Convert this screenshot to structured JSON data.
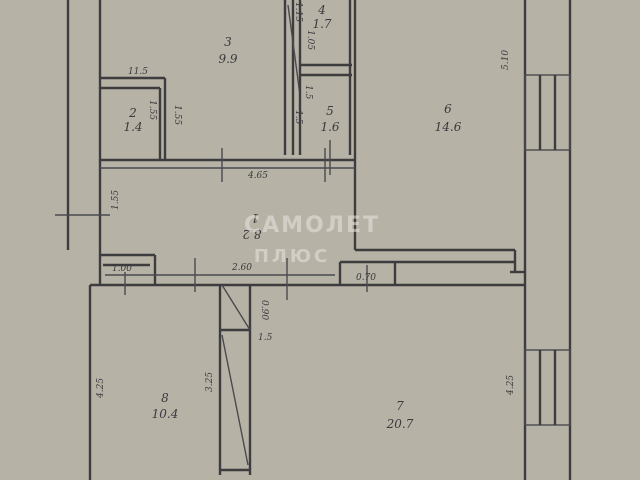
{
  "rooms": [
    {
      "num": "3",
      "area": "9.9"
    },
    {
      "num": "4",
      "area": "1.7"
    },
    {
      "num": "2",
      "area": "1.4"
    },
    {
      "num": "5",
      "area": "1.6"
    },
    {
      "num": "6",
      "area": "14.6"
    },
    {
      "num": "1",
      "area": "8.2"
    },
    {
      "num": "8",
      "area": "10.4"
    },
    {
      "num": "7",
      "area": "20.7"
    }
  ],
  "dimensions": [
    "11.5",
    "1.55",
    "1.55",
    "1.15",
    "1.05",
    "1.5",
    "1.5",
    "5.10",
    "1.55",
    "4.65",
    "2.60",
    "1.00",
    "0.70",
    "0.90",
    "1.5",
    "4.25",
    "3.25",
    "4.25"
  ],
  "watermark": {
    "line1": "САМОЛЕТ",
    "line2": "ПЛЮС"
  }
}
